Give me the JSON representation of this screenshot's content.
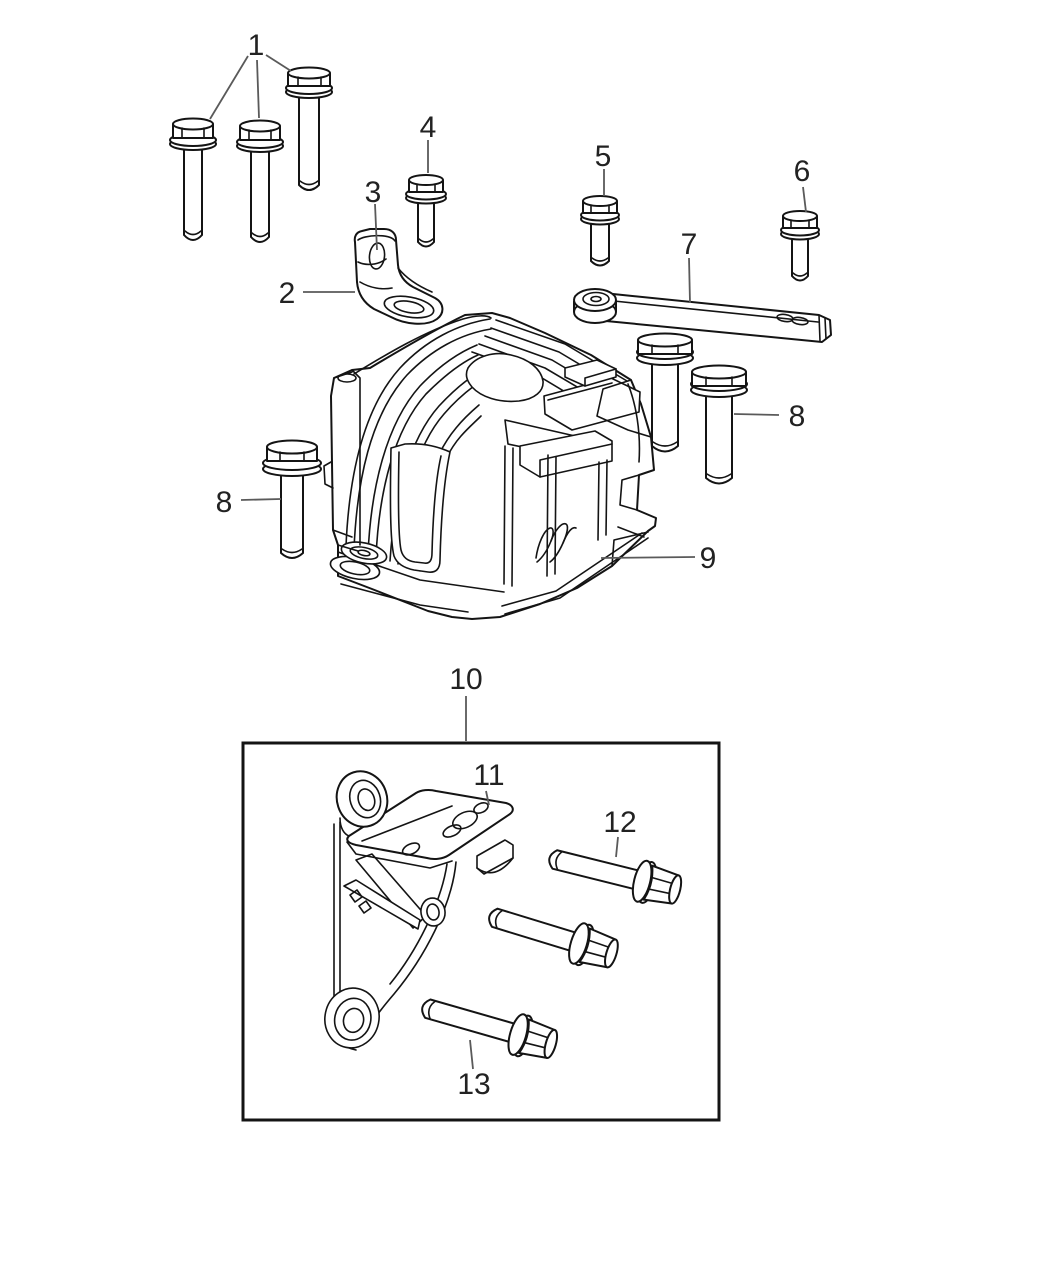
{
  "diagram": {
    "type": "exploded-parts-line-drawing",
    "background_color": "#ffffff",
    "line_color": "#141414",
    "leader_line_color": "#5a5a5a",
    "label_color": "#222222",
    "callouts": {
      "c1": "1",
      "c2": "2",
      "c3": "3",
      "c4": "4",
      "c5": "5",
      "c6": "6",
      "c7": "7",
      "c8_left": "8",
      "c8_right": "8",
      "c9": "9",
      "c10": "10",
      "c11": "11",
      "c12": "12",
      "c13": "13"
    }
  }
}
